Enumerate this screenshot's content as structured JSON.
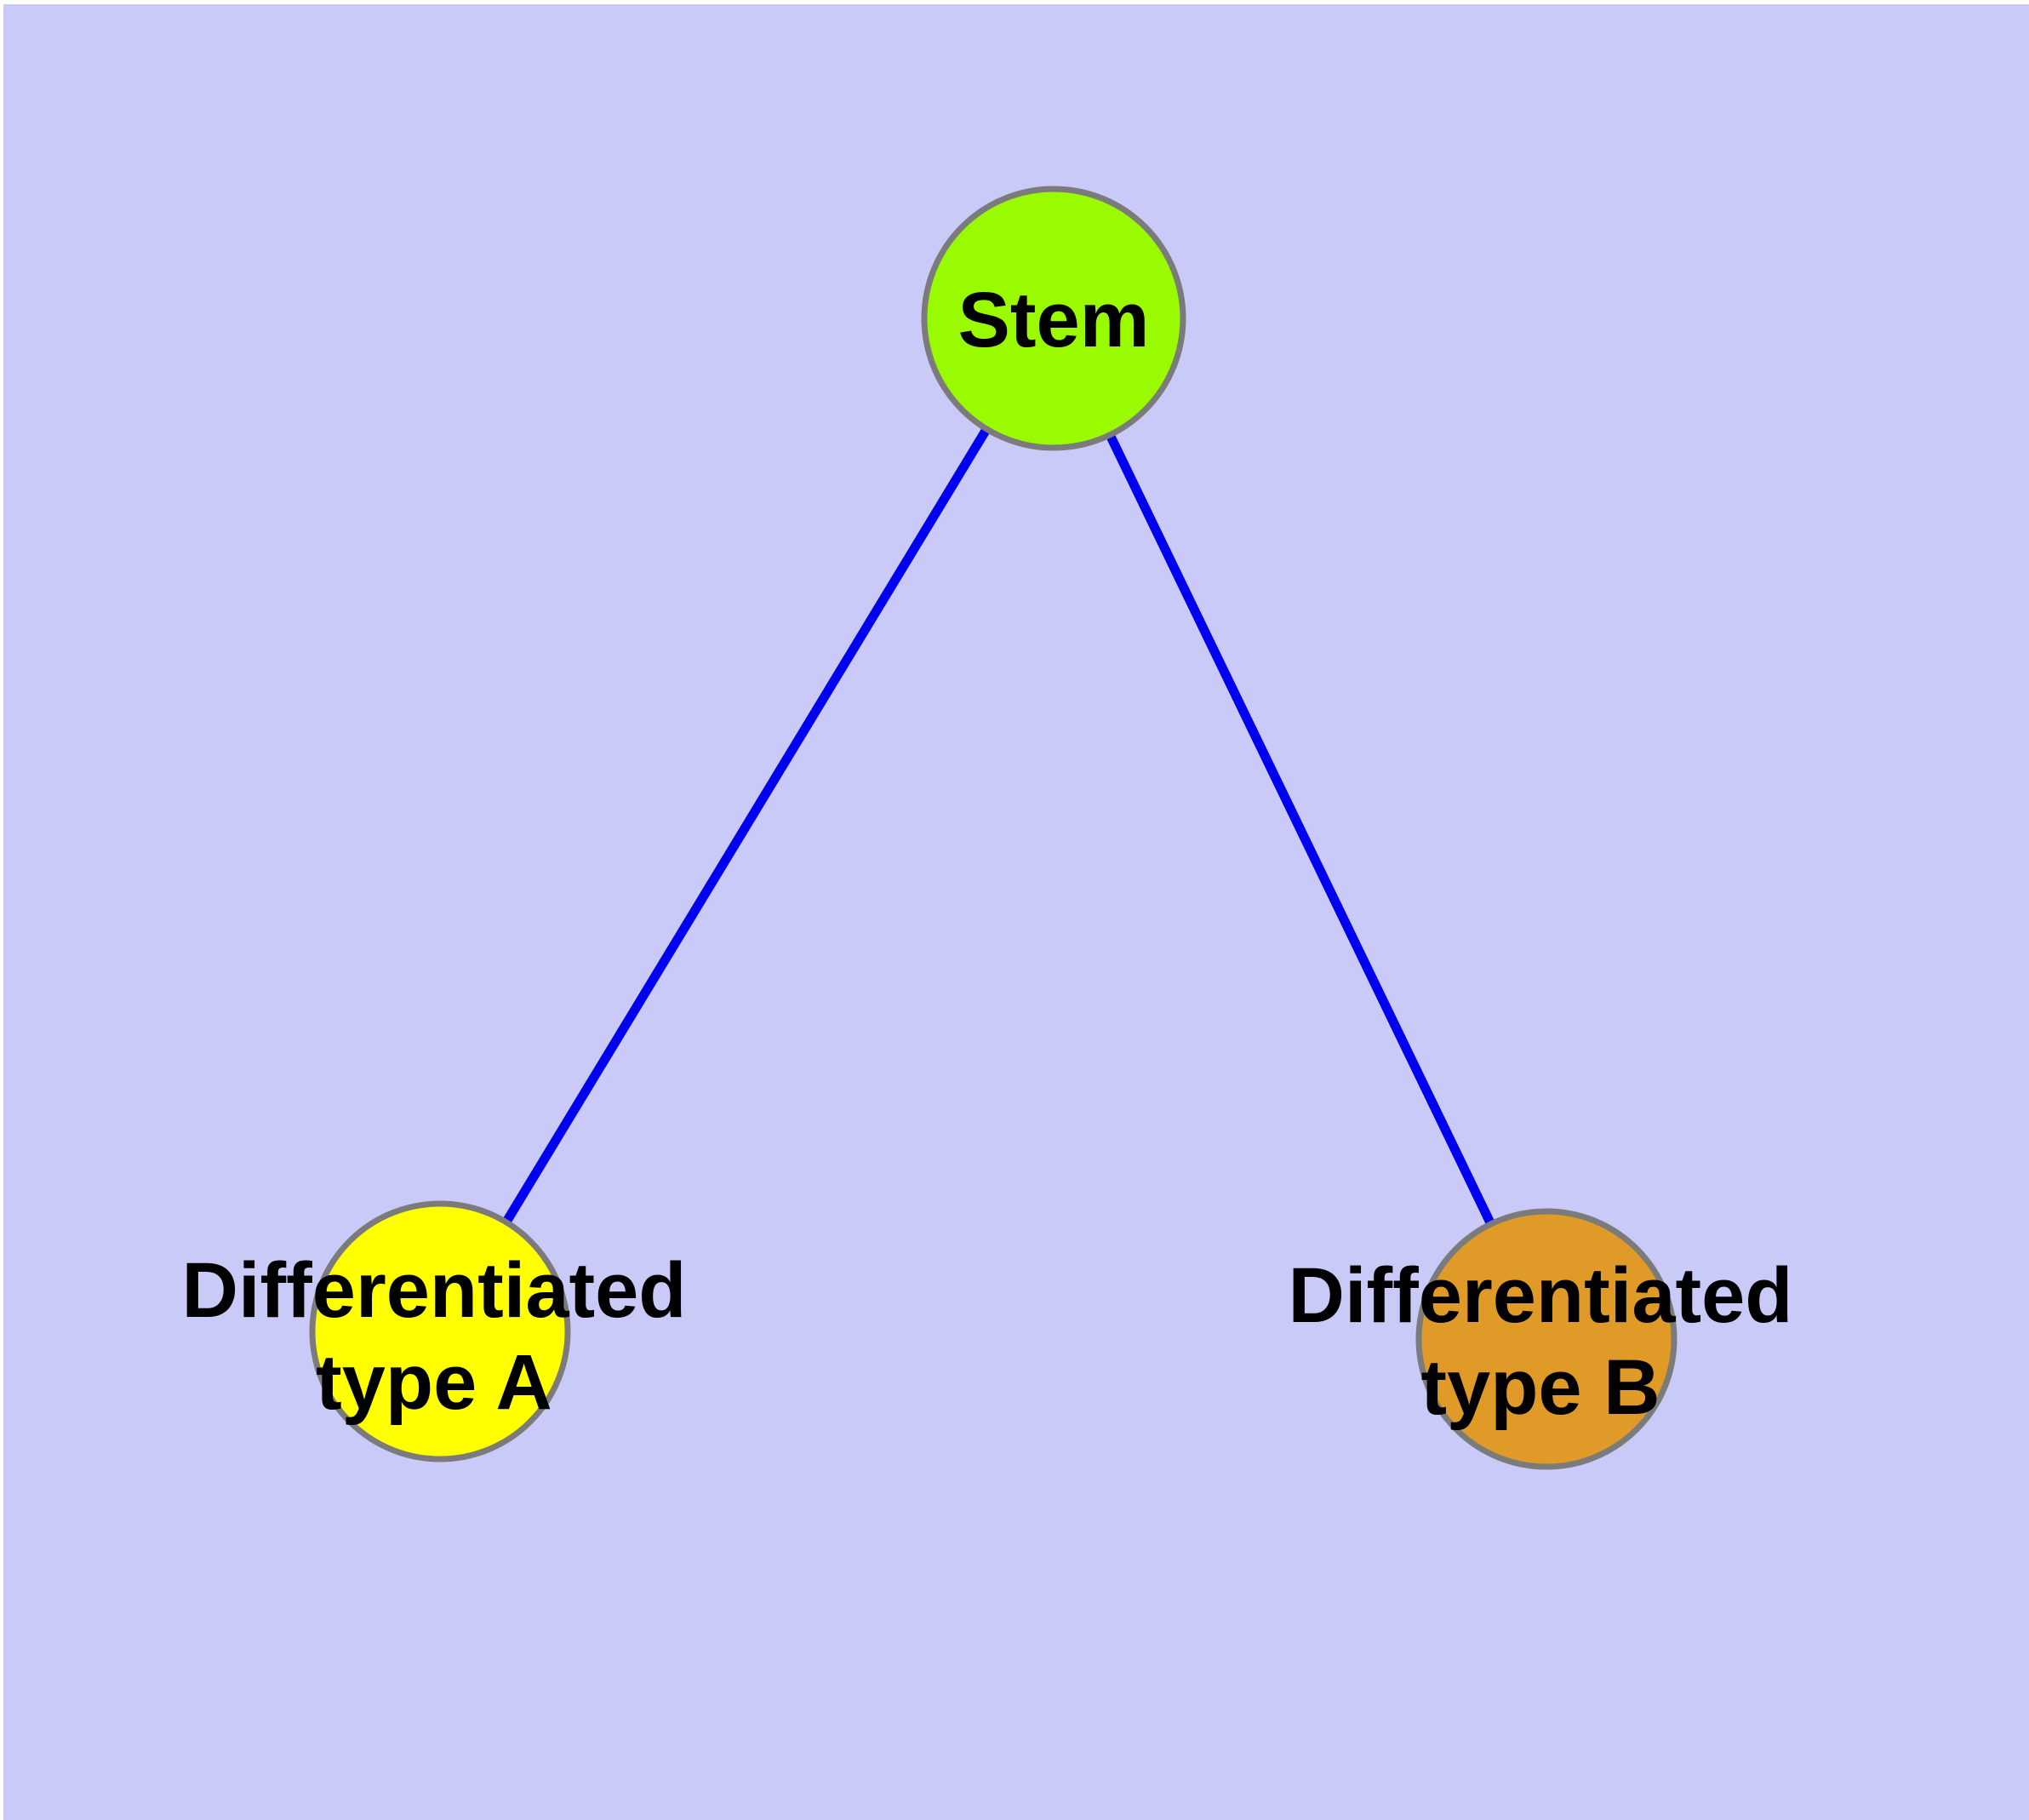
{
  "diagram": {
    "background_color": "#CACAF8",
    "edge_color": "#0000F0",
    "node_stroke_color": "#7B7B7B",
    "text_color": "#000000",
    "nodes": [
      {
        "id": "stem",
        "label": "Stem",
        "fill_color": "#9AFA00"
      },
      {
        "id": "differentiated-type-a",
        "label_line1": "Differentiated",
        "label_line2": "type A",
        "fill_color": "#FFFF00"
      },
      {
        "id": "differentiated-type-b",
        "label_line1": "Differentiated",
        "label_line2": "type B",
        "fill_color": "#E09A28"
      }
    ],
    "edges": [
      {
        "from": "Stem",
        "to": "Differentiated type A"
      },
      {
        "from": "Stem",
        "to": "Differentiated type B"
      }
    ]
  }
}
